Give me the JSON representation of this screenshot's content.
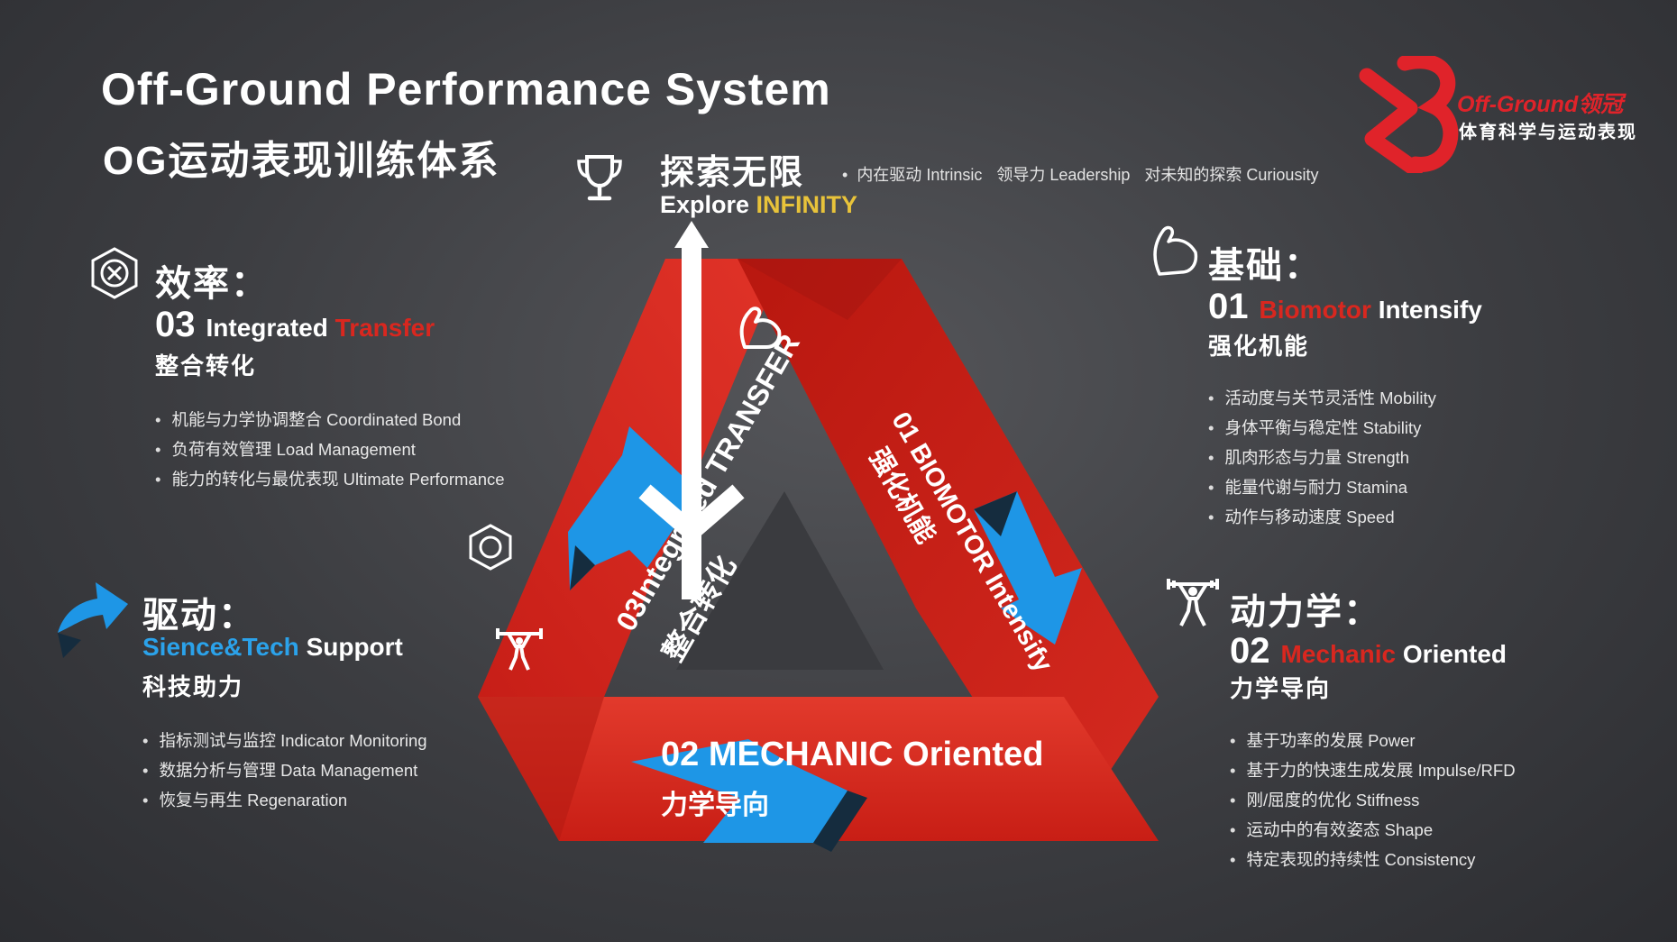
{
  "header": {
    "title_en": "Off-Ground Performance System",
    "title_cn": "OG运动表现训练体系"
  },
  "logo": {
    "name_en": "Off-Ground",
    "name_cn_suffix": "领冠",
    "subtitle": "体育科学与运动表现"
  },
  "explore": {
    "title_cn": "探索无限",
    "title_en_prefix": "Explore ",
    "title_en_highlight": "INFINITY",
    "tags": [
      "内在驱动 Intrinsic",
      "领导力 Leadership",
      "对未知的探索 Curiousity"
    ]
  },
  "efficiency": {
    "heading": "效率：",
    "num": "03",
    "word1": "Integrated",
    "word2": "Transfer",
    "cn": "整合转化",
    "bullets": [
      "机能与力学协调整合 Coordinated Bond",
      "负荷有效管理 Load Management",
      "能力的转化与最优表现 Ultimate Performance"
    ]
  },
  "foundation": {
    "heading": "基础：",
    "num": "01",
    "word1": "Biomotor",
    "word2": "Intensify",
    "cn": "强化机能",
    "bullets": [
      "活动度与关节灵活性 Mobility",
      "身体平衡与稳定性 Stability",
      "肌肉形态与力量 Strength",
      "能量代谢与耐力 Stamina",
      "动作与移动速度 Speed"
    ]
  },
  "drive": {
    "heading": "驱动：",
    "word1": "Sience&Tech",
    "word2": "Support",
    "cn": "科技助力",
    "bullets": [
      "指标测试与监控 Indicator Monitoring",
      "数据分析与管理 Data Management",
      "恢复与再生 Regenaration"
    ]
  },
  "mechanics": {
    "heading": "动力学：",
    "num": "02",
    "word1": "Mechanic",
    "word2": "Oriented",
    "cn": "力学导向",
    "bullets": [
      "基于功率的发展 Power",
      "基于力的快速生成发展 Impulse/RFD",
      "刚/屈度的优化 Stiffness",
      "运动中的有效姿态 Shape",
      "特定表现的持续性 Consistency"
    ]
  },
  "triangle": {
    "left_en": "03Integrated TRANSFER",
    "left_cn": "整合转化",
    "right_en": "01 BIOMOTOR Intensify",
    "right_cn": "强化机能",
    "bottom_en": "02 MECHANIC Oriented",
    "bottom_cn": "力学导向"
  },
  "colors": {
    "brand_red": "#d9271f",
    "accent_blue": "#1e96e6",
    "accent_gold": "#e8c33a",
    "background": "#3c3d41"
  }
}
